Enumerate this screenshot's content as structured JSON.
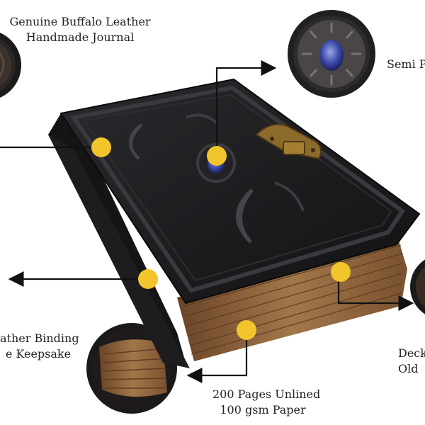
{
  "callouts": {
    "leather": "Genuine Buffalo Leather\nHandmade Journal",
    "stone": "Semi P",
    "binding": "ather Binding\ne Keepsake",
    "deckle": "Deck\nOld",
    "pages": "200 Pages Unlined\n100 gsm Paper"
  },
  "colors": {
    "accent_dot": "#f1c52b",
    "arrow": "#111111",
    "leather": "#1b1b1d",
    "paper": "#a2774a"
  }
}
